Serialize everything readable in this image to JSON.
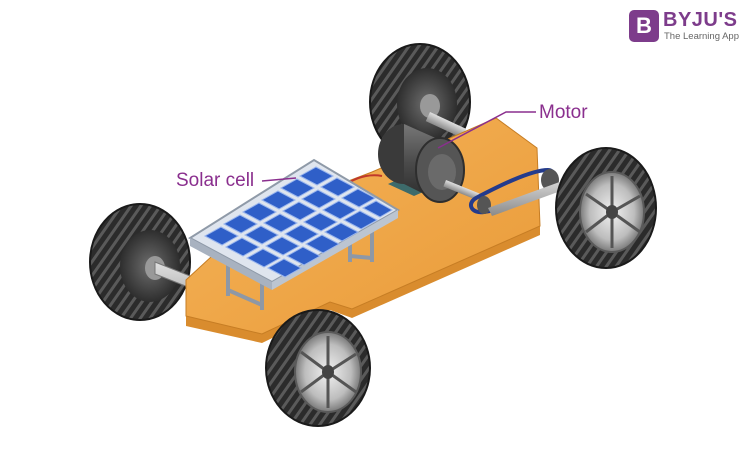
{
  "labels": {
    "solar_cell": "Solar cell",
    "motor": "Motor"
  },
  "brand": {
    "mark": "B",
    "name": "BYJU'S",
    "tagline": "The Learning App"
  },
  "colors": {
    "label_text": "#8a2f8e",
    "brand": "#7d3c8b",
    "board": "#f0a94a",
    "panel": "#2f5fc8",
    "tire": "#2b2b2b",
    "motor": "#4a4a4a"
  },
  "icons": [
    "solar-panel-icon",
    "motor-icon",
    "wheel-icon",
    "belt-icon"
  ]
}
